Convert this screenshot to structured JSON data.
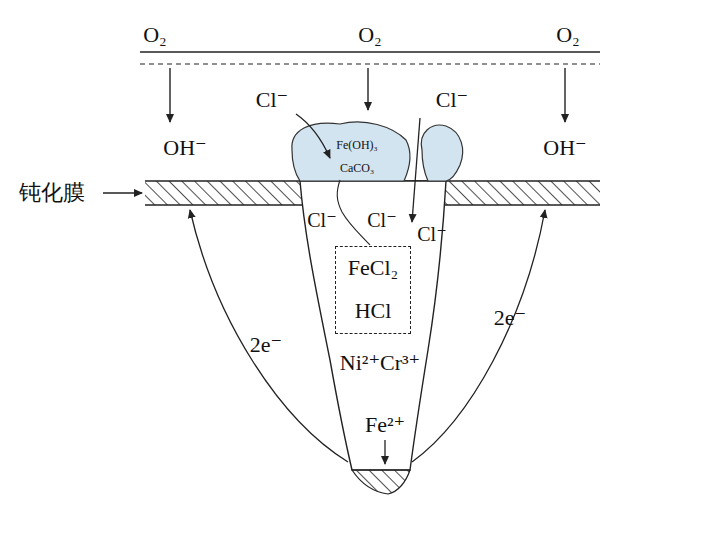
{
  "diagram": {
    "nodes": [
      {
        "text": [
          "Fe(OH)₃",
          "CaCO₃"
        ]
      },
      {
        "text": [
          "FeCl₂",
          "HCl"
        ]
      }
    ],
    "labels": [
      "O₂",
      "O₂",
      "O₂",
      "OH⁻",
      "OH⁻",
      "Cl⁻",
      "Cl⁻",
      "钝化膜",
      "Cl⁻",
      "Cl⁻",
      "Cl⁻",
      "2e⁻",
      "2e⁻",
      "Ni²⁺Cr³⁺",
      "Fe²⁺"
    ]
  }
}
